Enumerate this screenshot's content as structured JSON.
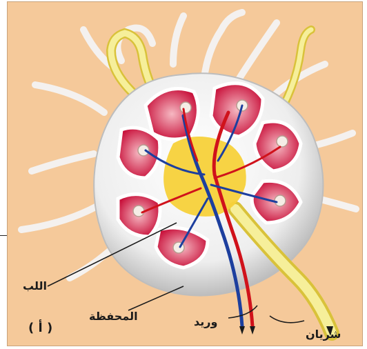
{
  "labels": {
    "medulla": "اللب",
    "capsule": "المحفظة",
    "vein": "وريد",
    "artery": "شريان",
    "figure_letter": "( أ )"
  },
  "colors": {
    "background": "#f5c99a",
    "capsule": "#eeeeee",
    "cortex_red": "#c8103a",
    "cortex_pink": "#f2a7b3",
    "medulla_yellow": "#f7d13a",
    "artery_red": "#d0121b",
    "vein_blue": "#1d3f9e",
    "lymph_vessel_yellow": "#f6ef9a"
  },
  "icons": {
    "diagram": "lymph-node-cross-section-illustration"
  }
}
